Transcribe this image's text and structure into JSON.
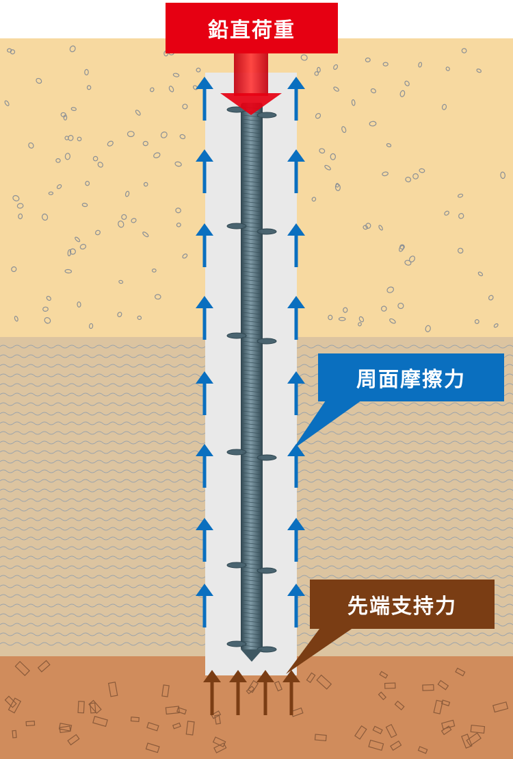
{
  "labels": {
    "vertical_load": "鉛直荷重",
    "skin_friction": "周面摩擦力",
    "tip_bearing": "先端支持力"
  },
  "colors": {
    "sand_layer": "#f7d9a0",
    "clay_layer": "#dcc4a0",
    "bearing_layer": "#d08c5c",
    "pile_zone": "#e9e9e9",
    "pile_shaft": "#56707d",
    "vertical_load": "#e60012",
    "skin_friction": "#0a6fbf",
    "tip_bearing": "#7a3d14",
    "pebble_outline": "#8a8f95",
    "wave_line": "#9aa3ab"
  },
  "icons": {
    "load_arrow": "down-arrow-icon",
    "friction_arrows": "up-arrow-icon",
    "bearing_arrows": "up-arrow-icon"
  }
}
